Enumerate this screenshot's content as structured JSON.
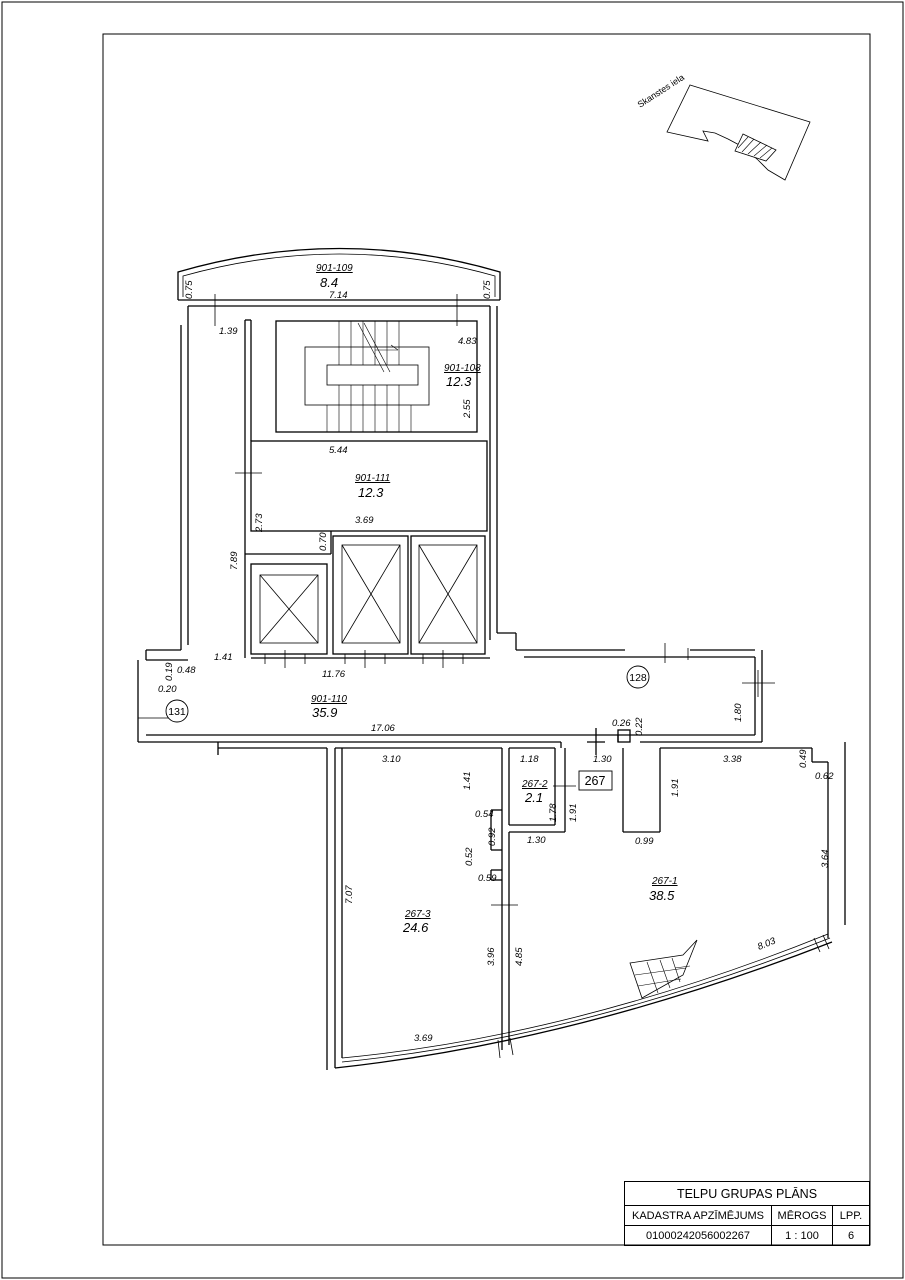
{
  "street": "Skanstes iela",
  "rooms": [
    {
      "id": "901-109",
      "area": "8.4"
    },
    {
      "id": "901-108",
      "area": "12.3"
    },
    {
      "id": "901-111",
      "area": "12.3"
    },
    {
      "id": "901-110",
      "area": "35.9"
    },
    {
      "id": "267-2",
      "area": "2.1"
    },
    {
      "id": "267-3",
      "area": "24.6"
    },
    {
      "id": "267-1",
      "area": "38.5"
    }
  ],
  "markers": [
    "128",
    "131"
  ],
  "group_label": "267",
  "dimensions": [
    "0.75",
    "7.14",
    "0.75",
    "1.39",
    "4.83",
    "2.55",
    "5.44",
    "2.73",
    "3.69",
    "0.70",
    "7.89",
    "1.41",
    "11.76",
    "0.19",
    "0.48",
    "0.20",
    "17.06",
    "0.26",
    "0.22",
    "1.80",
    "3.10",
    "1.41",
    "1.18",
    "1.30",
    "3.38",
    "0.49",
    "0.62",
    "1.91",
    "1.78",
    "1.91",
    "0.54",
    "0.92",
    "1.30",
    "0.99",
    "0.52",
    "0.59",
    "7.07",
    "3.64",
    "3.96",
    "4.85",
    "8.03",
    "3.69"
  ],
  "title_block": {
    "title": "TELPU GRUPAS PLĀNS",
    "col_kadastra": "KADASTRA APZĪMĒJUMS",
    "col_merogs": "MĒROGS",
    "col_lpp": "LPP.",
    "val_kadastra": "01000242056002267",
    "val_merogs": "1 : 100",
    "val_lpp": "6"
  }
}
